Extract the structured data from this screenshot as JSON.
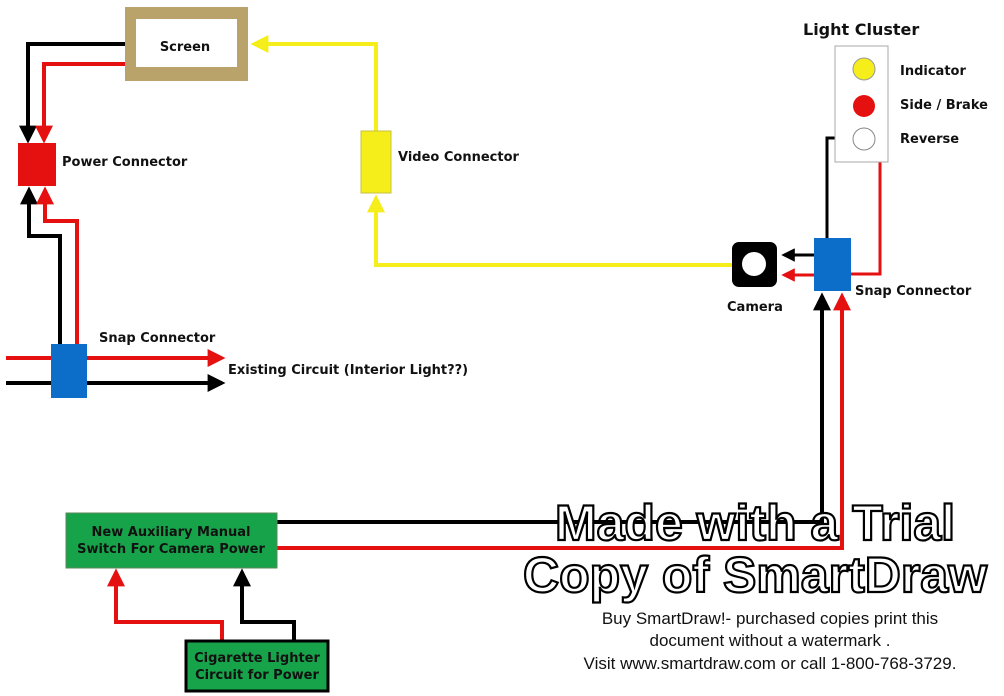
{
  "labels": {
    "screen": "Screen",
    "power_connector": "Power Connector",
    "video_connector": "Video Connector",
    "snap_connector_left": "Snap Connector",
    "existing_circuit": "Existing Circuit (Interior Light??)",
    "light_cluster": "Light Cluster",
    "indicator": "Indicator",
    "side_brake": "Side / Brake",
    "reverse": "Reverse",
    "camera": "Camera",
    "snap_connector_right": "Snap Connector",
    "aux_switch_line1": "New Auxiliary Manual",
    "aux_switch_line2": "Switch For Camera Power",
    "cig_line1": "Cigarette Lighter",
    "cig_line2": "Circuit for Power"
  },
  "watermark": {
    "line1": "Made with a Trial",
    "line2": "Copy of SmartDraw",
    "note1": "Buy SmartDraw!- purchased copies print this",
    "note2": "document without a watermark .",
    "note3": "Visit www.smartdraw.com or call 1-800-768-3729."
  },
  "colors": {
    "black_wire": "#000000",
    "red_wire": "#e51010",
    "yellow_wire": "#f5ee1a",
    "screen_frame": "#b9a36a",
    "power_connector": "#e51010",
    "video_connector": "#f5ee1a",
    "snap_connector": "#0d6ec9",
    "switch_box": "#17a34a",
    "indicator_lamp": "#f5ee1a",
    "brake_lamp": "#e51010",
    "reverse_lamp": "#ffffff"
  }
}
